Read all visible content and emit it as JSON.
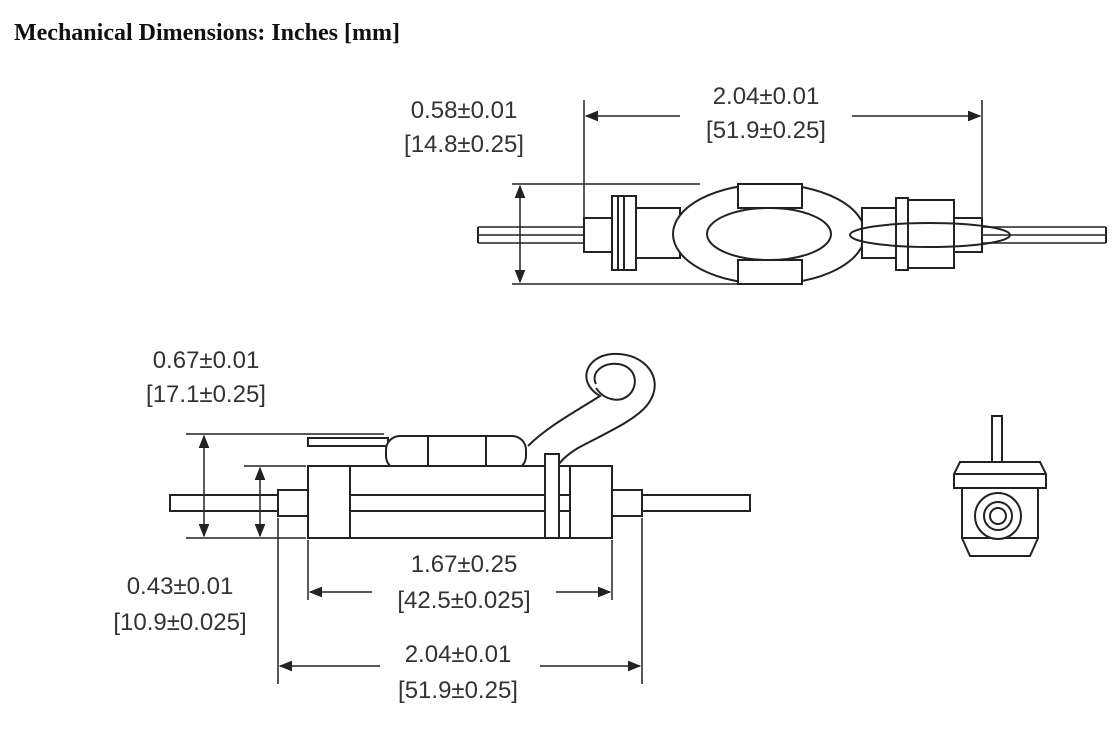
{
  "title": "Mechanical Dimensions:  Inches [mm]",
  "dimensions": {
    "top_height": {
      "inches": "0.58±0.01",
      "mm": "[14.8±0.25]"
    },
    "top_length": {
      "inches": "2.04±0.01",
      "mm": "[51.9±0.25]"
    },
    "side_height": {
      "inches": "0.67±0.01",
      "mm": "[17.1±0.25]"
    },
    "side_body": {
      "inches": "0.43±0.01",
      "mm": "[10.9±0.025]"
    },
    "side_inner_length": {
      "inches": "1.67±0.25",
      "mm": "[42.5±0.025]"
    },
    "side_total_length": {
      "inches": "2.04±0.01",
      "mm": "[51.9±0.25]"
    }
  }
}
